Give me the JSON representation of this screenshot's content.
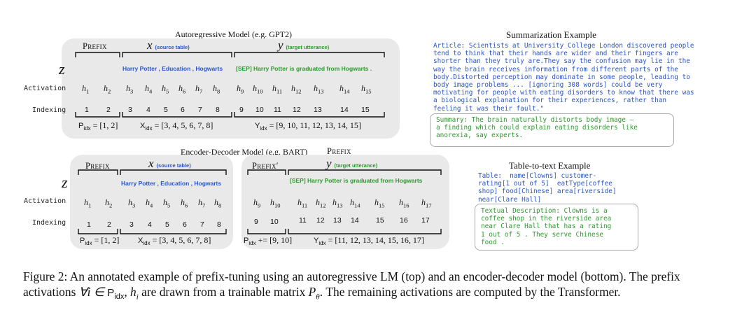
{
  "figure": {
    "ar_title": "Autoregressive Model (e.g. GPT2)",
    "ed_title": "Encoder-Decoder Model (e.g. BART)",
    "ed_prefix_top": "Prefix",
    "seg_prefix": "Prefix",
    "seg_prefix_prime": "Prefix′",
    "x_var": "x",
    "y_var": "y",
    "x_sub": "(source table)",
    "y_sub": "(target utterance)",
    "z_label": "z",
    "activation": "Activation",
    "indexing": "Indexing",
    "source_tokens": "Harry Potter , Education ,  Hogwarts",
    "target_tokens_ar": "[SEP] Harry Potter  is  graduated  from  Hogwarts .",
    "target_tokens_ed": "[SEP] Harry Potter  is  graduated  from  Hogwarts",
    "ar_h": [
      "1",
      "2",
      "3",
      "4",
      "5",
      "6",
      "7",
      "8",
      "9",
      "10",
      "11",
      "12",
      "13",
      "14",
      "15"
    ],
    "ar_idx": [
      "1",
      "2",
      "3",
      "4",
      "5",
      "6",
      "7",
      "8",
      "9",
      "10",
      "11",
      "12",
      "13",
      "14",
      "15"
    ],
    "ar_pidx": "= [1, 2]",
    "ar_xidx": "= [3, 4, 5, 6, 7, 8]",
    "ar_yidx": "= [9, 10, 11, 12, 13, 14, 15]",
    "ed_h": [
      "1",
      "2",
      "3",
      "4",
      "5",
      "6",
      "7",
      "8",
      "9",
      "10",
      "11",
      "12",
      "13",
      "14",
      "15",
      "16",
      "17"
    ],
    "ed_idx": [
      "1",
      "2",
      "3",
      "4",
      "5",
      "6",
      "7",
      "8",
      "9",
      "10",
      "11",
      "12",
      "13",
      "14",
      "15",
      "16",
      "17"
    ],
    "ed_pidx": "= [1, 2]",
    "ed_xidx": "= [3, 4, 5, 6, 7, 8]",
    "ed_pidx2": "+= [9, 10]",
    "ed_yidx": "= [11, 12, 13, 14, 15, 16, 17]",
    "P": "P",
    "X": "X",
    "Y": "Y",
    "sub_idx": "idx"
  },
  "summarization": {
    "title": "Summarization Example",
    "article": "Article: Scientists at University College London discovered people\ntend to think that their hands are wider and their fingers are\nshorter than they truly are.They say the confusion may lie in the\nway the brain receives information from different parts of the\nbody.Distorted perception may dominate in some people, leading to\nbody image problems ... [ignoring 308 words] could be very\nmotivating for people with eating disorders to know that there was\na biological explanation for their experiences, rather than\nfeeling it was their fault.\"",
    "summary": "Summary: The brain naturally distorts body image –\na finding which could explain eating disorders like\nanorexia, say experts."
  },
  "table2text": {
    "title": "Table-to-text Example",
    "table": "Table:  name[Clowns] customer-\nrating[1 out of 5]  eatType[coffee\nshop] food[Chinese] area[riverside]\nnear[Clare Hall]",
    "description": "Textual Description: Clowns is a\ncoffee shop in the riverside area\nnear Clare Hall that has a rating\n1 out of 5 . They serve Chinese\nfood ."
  },
  "caption": {
    "text": "Figure 2:  An annotated example of prefix-tuning using an autoregressive LM (top) and an encoder-decoder model (bottom). The prefix activations ∀i ∈ P_idx, h_i are drawn from a trainable matrix P_θ. The remaining activations are computed by the Transformer.",
    "part1": "Figure 2:  An annotated example of prefix-tuning using an autoregressive LM (top) and an encoder-decoder model (bottom). The prefix activations ",
    "forall": "∀i ∈ ",
    "pidx_P": "P",
    "pidx_sub": "idx",
    "comma_h": ", h",
    "h_sub": "i",
    "part2": " are drawn from a trainable matrix ",
    "ptheta_P": "P",
    "ptheta_sub": "θ",
    "part3": ". The remaining activations are computed by the Transformer."
  },
  "colors": {
    "blue": "#2a55c8",
    "green": "#2e9a2e",
    "panel": "#e9e9e9"
  }
}
